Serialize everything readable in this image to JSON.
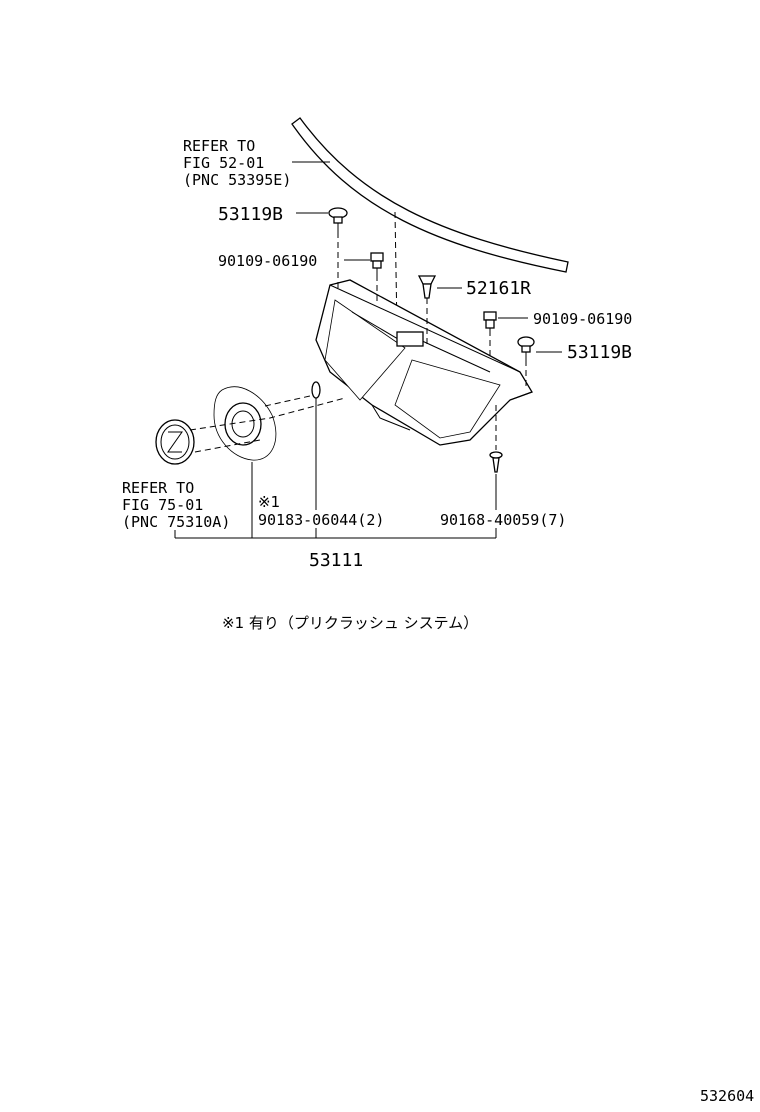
{
  "refer_top": {
    "line1": "REFER TO",
    "line2": "FIG 52-01",
    "line3": "(PNC 53395E)"
  },
  "refer_left": {
    "line1": "REFER TO",
    "line2": "FIG 75-01",
    "line3": "(PNC 75310A)"
  },
  "labels": {
    "p53119b_left": "53119B",
    "p90109_left": "90109-06190",
    "p52161r": "52161R",
    "p90109_right": "90109-06190",
    "p53119b_right": "53119B",
    "note_mark": "※1",
    "p90183": "90183-06044(2)",
    "p90168": "90168-40059(7)",
    "p53111": "53111"
  },
  "footnote": "※1 有り（プリクラッシュ システム）",
  "diagram_id": "532604"
}
